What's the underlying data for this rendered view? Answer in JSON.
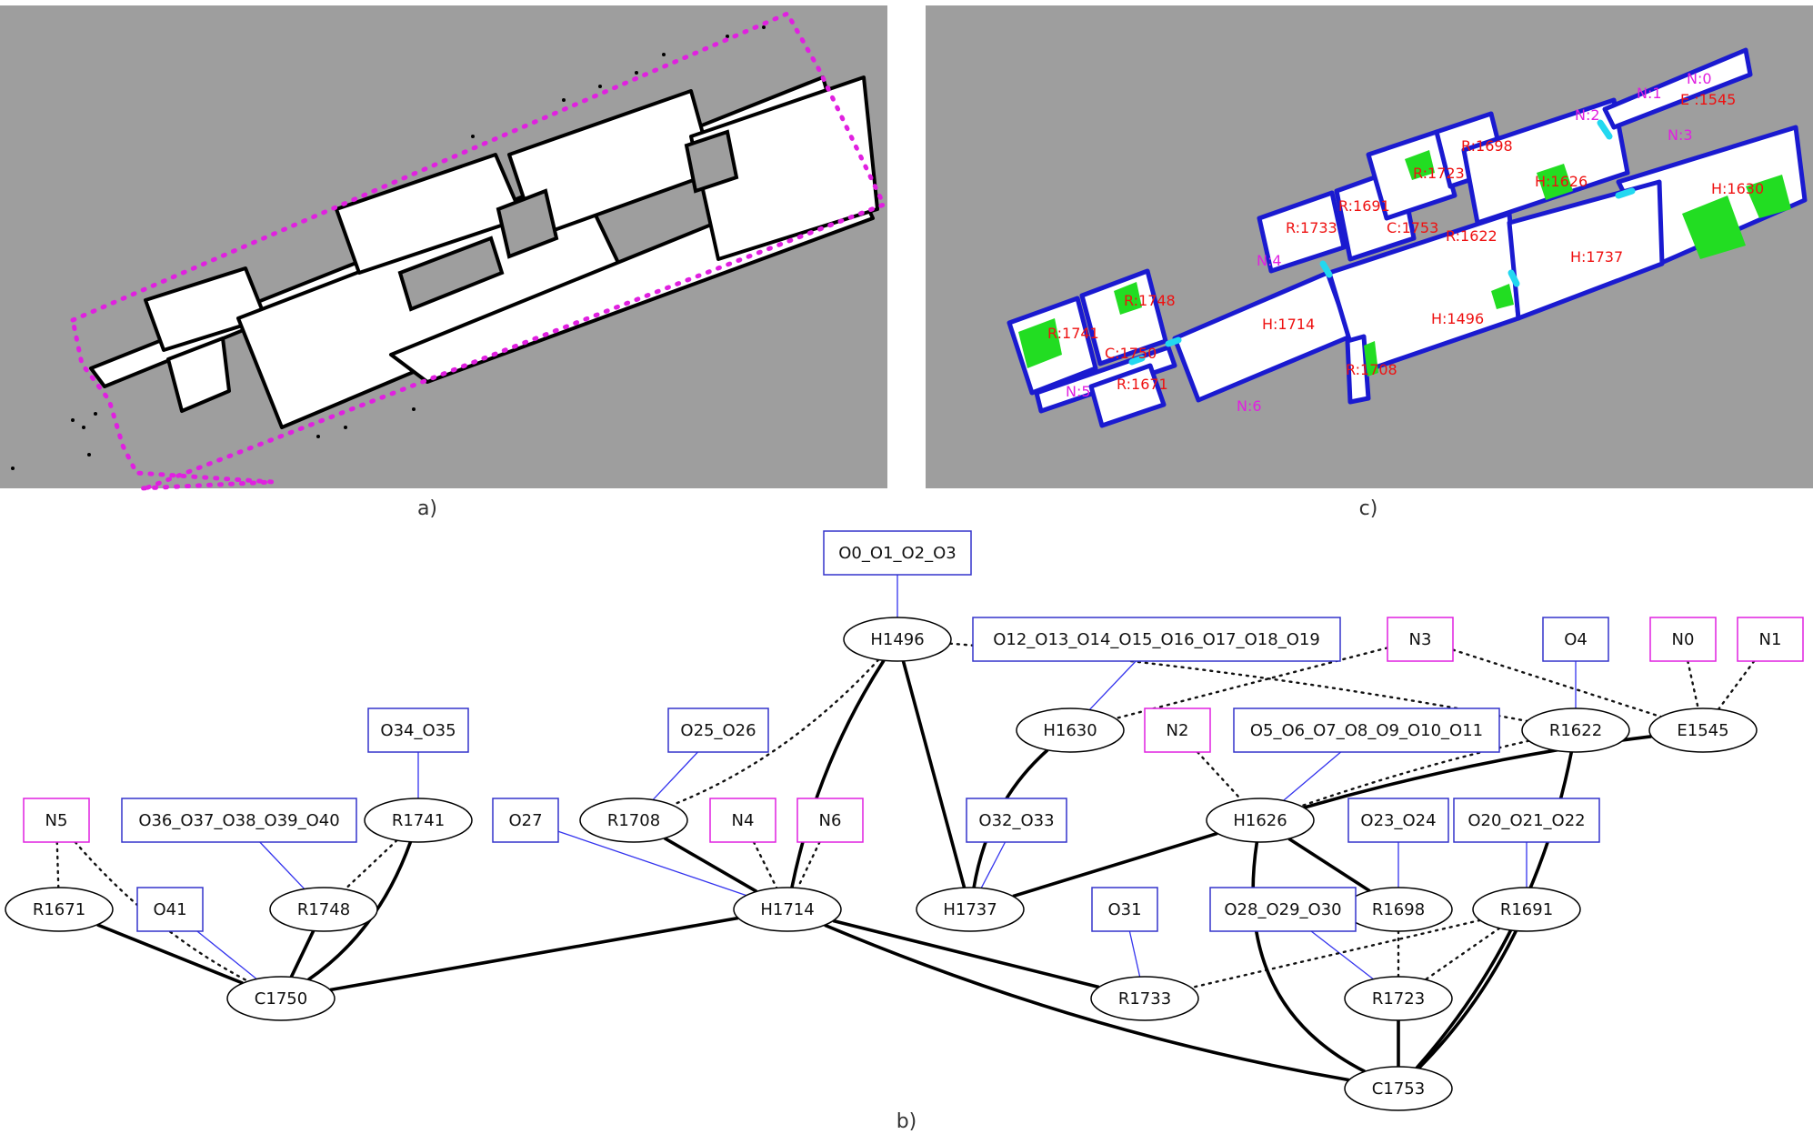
{
  "captions": {
    "a": "a)",
    "b": "b)",
    "c": "c)"
  },
  "colors": {
    "map_background": "#9e9e9e",
    "free_space": "#ffffff",
    "obstacle": "#000000",
    "boundary_dotted": "#e020e0",
    "room_border": "#1a1ad0",
    "door": "#22d8f0",
    "object_green": "#22dd22",
    "room_label": "#ee1111",
    "door_label": "#e020e0",
    "object_node_border": "#3333cc",
    "door_node_border": "#e020e0",
    "edge_object": "#3333ee",
    "edge_strong": "#000000"
  },
  "map_labels": {
    "rooms": [
      "R:1741",
      "R:1748",
      "C:1750",
      "R:1671",
      "H:1714",
      "R:1733",
      "R:1691",
      "C:1753",
      "R:1723",
      "R:1698",
      "R:1622",
      "H:1626",
      "H:1496",
      "R:1708",
      "H:1737",
      "H:1630",
      "E :1545"
    ],
    "doors": [
      "N:5",
      "N:6",
      "N:4",
      "N:0",
      "N:1",
      "N:2",
      "N:3"
    ]
  },
  "graph": {
    "rooms": [
      "H1496",
      "H1630",
      "R1622",
      "E1545",
      "R1741",
      "R1708",
      "H1626",
      "R1671",
      "R1748",
      "H1714",
      "H1737",
      "R1698",
      "R1691",
      "C1750",
      "R1733",
      "R1723",
      "C1753"
    ],
    "objects": [
      "O0_O1_O2_O3",
      "O12_O13_O14_O15_O16_O17_O18_O19",
      "O4",
      "O34_O35",
      "O25_O26",
      "O5_O6_O7_O8_O9_O10_O11",
      "O36_O37_O38_O39_O40",
      "O27",
      "O32_O33",
      "O23_O24",
      "O20_O21_O22",
      "O41",
      "O31",
      "O28_O29_O30"
    ],
    "doors": [
      "N3",
      "N0",
      "N1",
      "N2",
      "N5",
      "N4",
      "N6"
    ]
  }
}
